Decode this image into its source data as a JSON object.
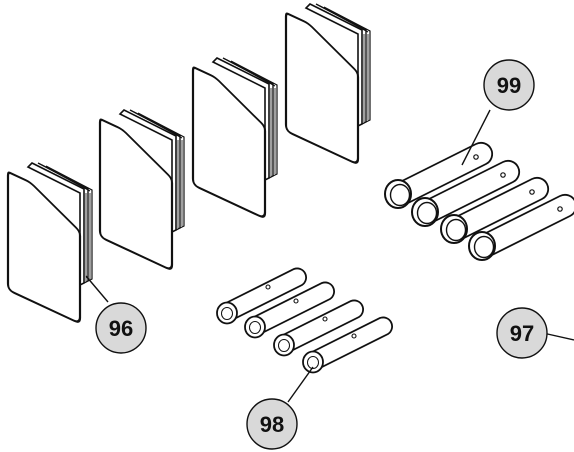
{
  "callouts": {
    "c96": "96",
    "c97": "97",
    "c98": "98",
    "c99": "99"
  },
  "colors": {
    "outline": "#111111",
    "part_fill": "#ffffff",
    "callout_fill": "#d9d9d9"
  }
}
